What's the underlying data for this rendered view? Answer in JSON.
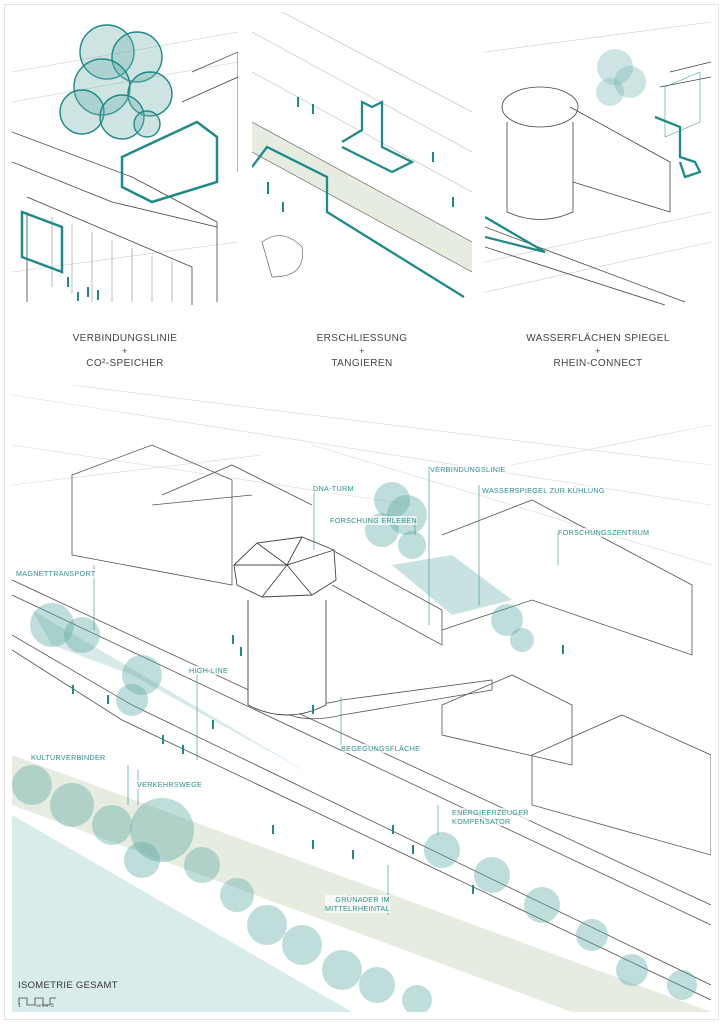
{
  "panels": [
    {
      "title": "VERBINDUNGSLINIE",
      "plus": "+",
      "subtitle": "CO²-SPEICHER"
    },
    {
      "title": "ERSCHLIESSUNG",
      "plus": "+",
      "subtitle": "TANGIEREN"
    },
    {
      "title": "WASSERFLÄCHEN SPIEGEL",
      "plus": "+",
      "subtitle": "RHEIN-CONNECT"
    }
  ],
  "labels": {
    "verbindungslinie": "VERBINDUNGSLINIE",
    "dna_turm": "DNA-TURM",
    "wasserspiegel": "WASSERSPIEGEL ZUR KÜHLUNG",
    "forschung_erleben": "FORSCHUNG ERLEBEN",
    "forschungszentrum": "FORSCHUNGSZENTRUM",
    "magnettransport": "MAGNETTRANSPORT",
    "high_line": "HIGH-LINE",
    "begegnungsflaeche": "BEGEGUNGSFLÄCHE",
    "kulturverbinder": "KULTURVERBINDER",
    "verkehrswege": "VERKEHRSWEGE",
    "energieerzeuger_1": "ENERGIEERZEUGER",
    "energieerzeuger_2": "KOMPENSATOR",
    "gruenader_1": "GRÜNADER IM",
    "gruenader_2": "MITTELRHEINTAL"
  },
  "footer": {
    "title": "ISOMETRIE GESAMT",
    "scale_start": "1",
    "scale_unit": "METER",
    "scale_end": "5"
  },
  "colors": {
    "accent": "#1f8a87",
    "tree": "#6fb3ae",
    "water": "#d9ebea",
    "green": "#e6ece0",
    "line": "#555555"
  }
}
